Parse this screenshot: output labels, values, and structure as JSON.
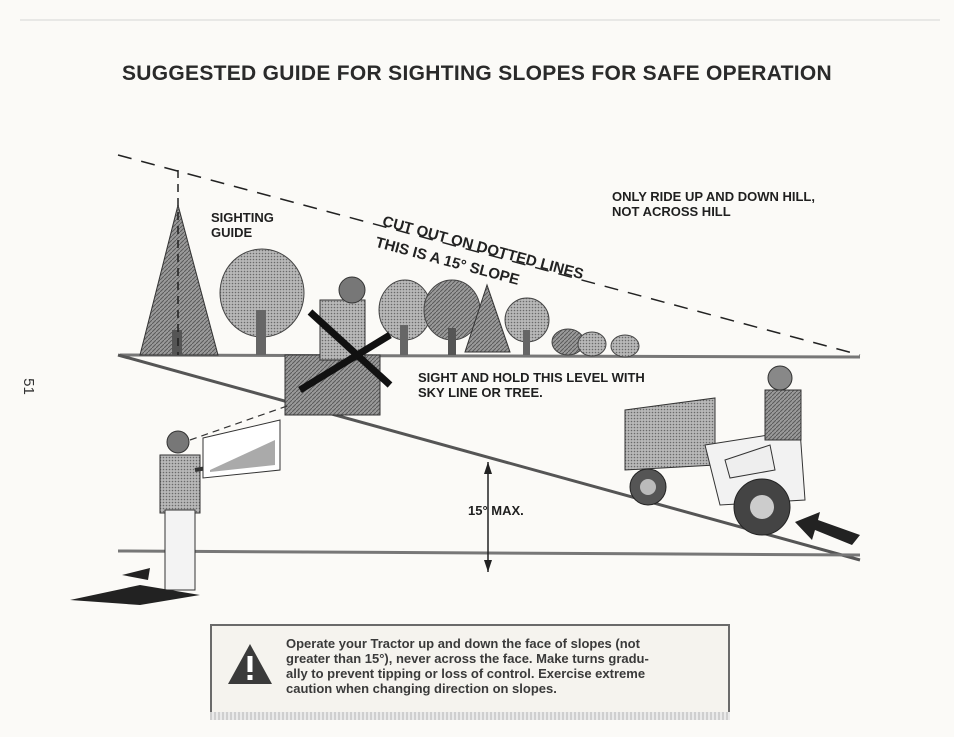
{
  "title": "SUGGESTED GUIDE FOR SIGHTING SLOPES FOR SAFE OPERATION",
  "page_number": "51",
  "labels": {
    "sighting_guide": [
      "SIGHTING",
      "GUIDE"
    ],
    "cut_out": "CUT OUT ON DOTTED LINES",
    "slope_note": "THIS IS A 15° SLOPE",
    "ride_direction": [
      "ONLY RIDE UP AND DOWN HILL,",
      "NOT ACROSS HILL"
    ],
    "sight_hold": [
      "SIGHT AND HOLD THIS LEVEL WITH",
      "SKY LINE OR TREE."
    ],
    "max_angle": "15° MAX."
  },
  "warning": {
    "lines": [
      "Operate your Tractor up and down the face of slopes (not",
      "greater than 15°), never across the face. Make turns gradu-",
      "ally to prevent tipping or loss of control. Exercise extreme",
      "caution when changing direction on slopes."
    ],
    "icon": "warning-triangle-icon"
  }
}
